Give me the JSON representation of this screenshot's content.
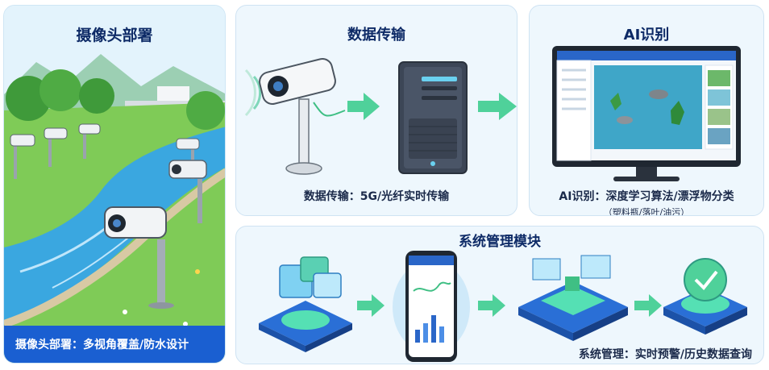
{
  "camera_panel": {
    "title": "摄像头部署",
    "caption": "摄像头部署：多视角覆盖/防水设计"
  },
  "data_panel": {
    "title": "数据传输",
    "caption": "数据传输：5G/光纤实时传输"
  },
  "ai_panel": {
    "title": "AI识别",
    "caption_line1": "AI识别：深度学习算法/漂浮物分类",
    "caption_line2": "（塑料瓶/落叶/油污）"
  },
  "system_panel": {
    "title": "系统管理模块",
    "caption": "系统管理：实时预警/历史数据查询"
  },
  "colors": {
    "title": "#0d2a66",
    "accent": "#1a5fd1",
    "arrow": "#4fd19a",
    "water": "#3aa7e0",
    "grass": "#6cc24a"
  },
  "icons": [
    "camera-icon",
    "server-icon",
    "monitor-icon",
    "chat-screen-icon",
    "phone-icon",
    "data-platform-icon",
    "shield-check-icon",
    "arrow-right-icon"
  ]
}
